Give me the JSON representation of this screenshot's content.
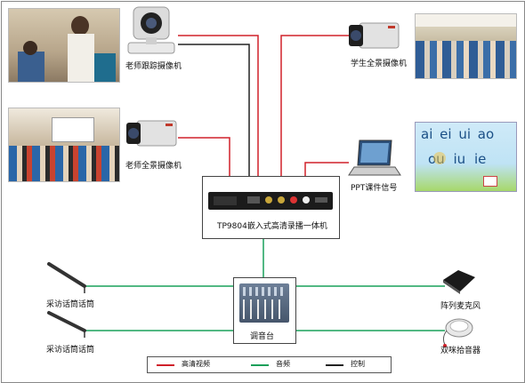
{
  "nodes": {
    "teacher_tracking_cam": "老师跟踪摄像机",
    "teacher_panorama_cam": "老师全景摄像机",
    "student_panorama_cam": "学生全景摄像机",
    "ppt_signal": "PPT课件信号",
    "recorder": "TP9804嵌入式高清录播一体机",
    "mixer": "调音台",
    "mic_left_1": "采访话筒话筒",
    "mic_left_2": "采访话筒话筒",
    "array_mic": "阵列麦克风",
    "dual_pickup": "双咪拾音器"
  },
  "ppt_slide": {
    "row1": [
      "ai",
      "ei",
      "ui",
      "ao"
    ],
    "row2": [
      "ou",
      "iu",
      "ie"
    ]
  },
  "legend": {
    "items": [
      {
        "label": "高清视频",
        "color": "#d0202a"
      },
      {
        "label": "音频",
        "color": "#19a05a"
      },
      {
        "label": "控制",
        "color": "#222222"
      }
    ]
  },
  "colors": {
    "video": "#d0202a",
    "audio": "#19a05a",
    "control": "#222222"
  }
}
